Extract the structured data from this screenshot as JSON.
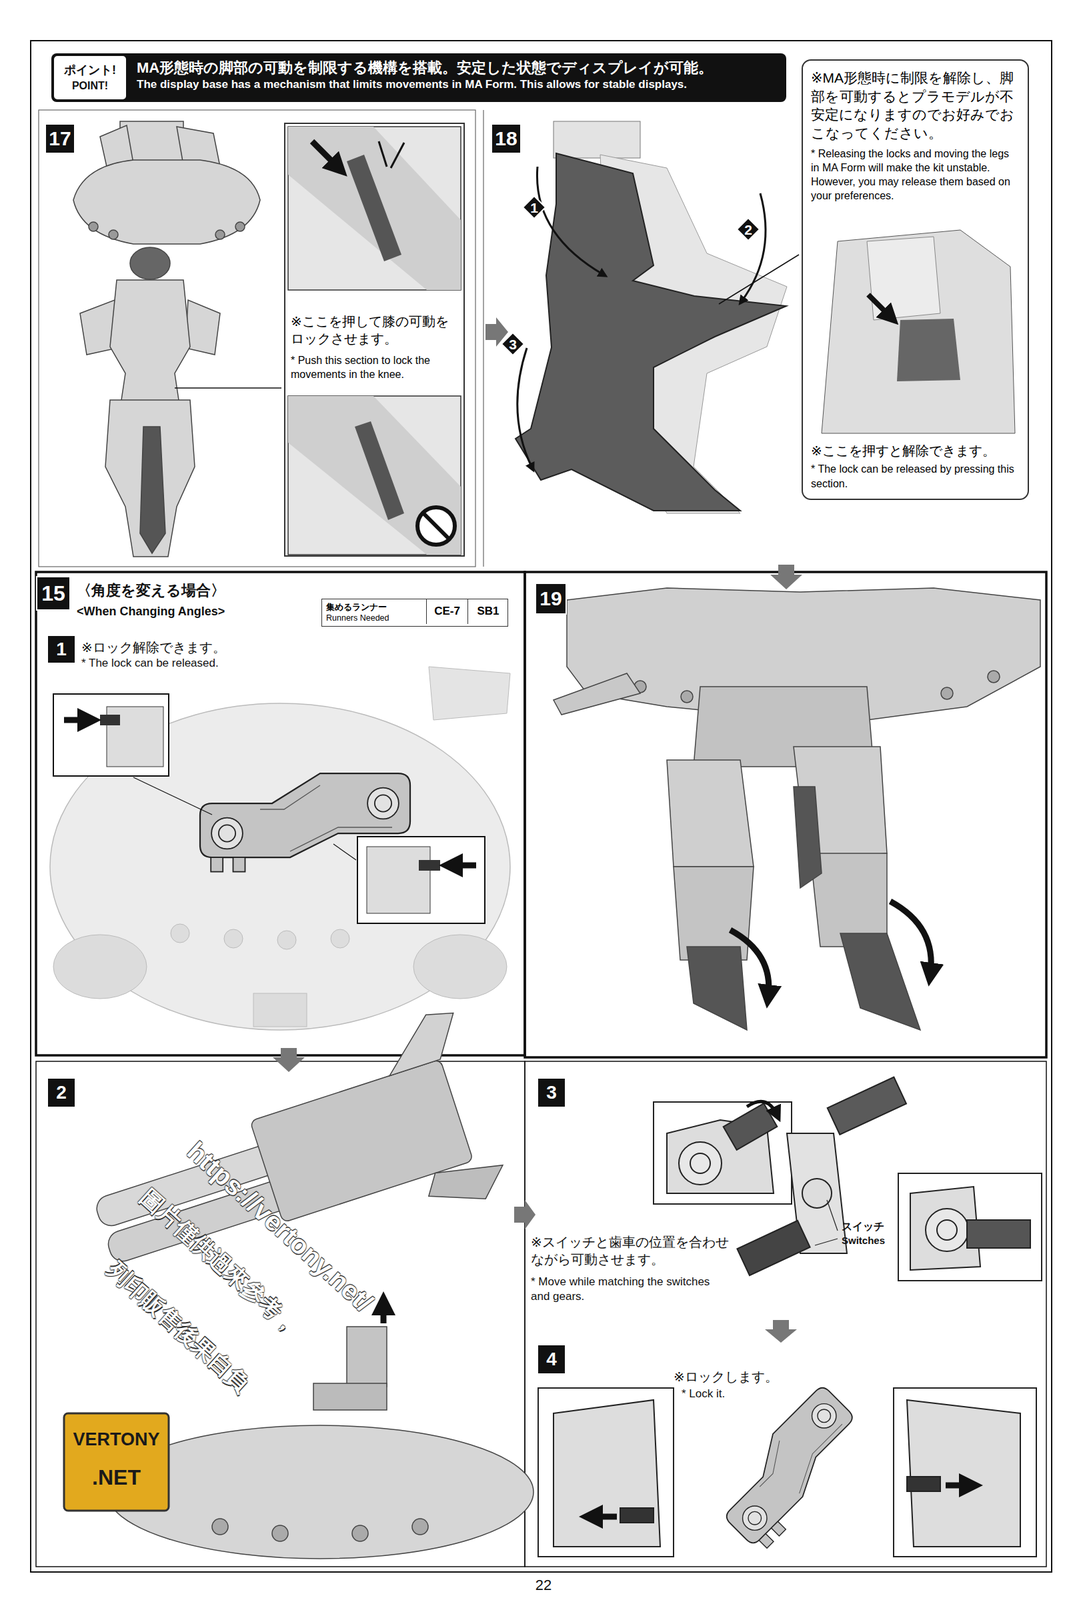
{
  "diagram": {
    "nodes": [
      {
        "text": [
          "MA形態時の脚部の可動を制限する機構を搭載。安定した状態でディスプレイが可能。",
          "The display base has a mechanism that limits movements in MA Form. This allows for stable displays."
        ]
      },
      {
        "text": [
          "ポイント!",
          "POINT!"
        ],
        "in": 0
      },
      {
        "text": [
          "17"
        ]
      },
      {
        "text": [
          "※ここを押して膝の可動をロックさせます。",
          "* Push this section to lock the movements in the knee."
        ]
      },
      {
        "text": [
          "18"
        ]
      },
      {
        "text": [
          "1"
        ]
      },
      {
        "text": [
          "2"
        ]
      },
      {
        "text": [
          "3"
        ]
      },
      {
        "text": [
          "※MA形態時に制限を解除し、脚部を可動するとプラモデルが不安定になりますのでお好みでおこなってください。",
          "* Releasing the locks and moving the legs in MA Form will make the kit unstable. However, you may release them based on your preferences.",
          "※ここを押すと解除できます。",
          "* The lock can be released by pressing this section."
        ]
      },
      {
        "text": [
          "15"
        ]
      },
      {
        "text": [
          "集めるランナー",
          "Runners Needed"
        ]
      },
      {
        "text": [
          "CE-7"
        ],
        "in": 10
      },
      {
        "text": [
          "SB1"
        ],
        "in": 10
      },
      {
        "text": [
          "1"
        ]
      },
      {
        "text": [
          "19"
        ]
      },
      {
        "text": [
          "2"
        ]
      },
      {
        "text": [
          "3"
        ]
      },
      {
        "text": [
          "4"
        ]
      }
    ],
    "labels": [
      "〈角度を変える場合〉",
      "<When Changing Angles>",
      "※ロック解除できます。",
      "* The lock can be released.",
      "※スイッチと歯車の位置を合わせながら可動させます。",
      "* Move while matching the switches and gears.",
      "スイッチ",
      "Switches",
      "※ロックします。",
      "* Lock it.",
      "https://vertony.net/",
      "圖片僅供過來參考，",
      "列印販售後果自負",
      "VERTONY",
      ".NET",
      "22"
    ]
  }
}
